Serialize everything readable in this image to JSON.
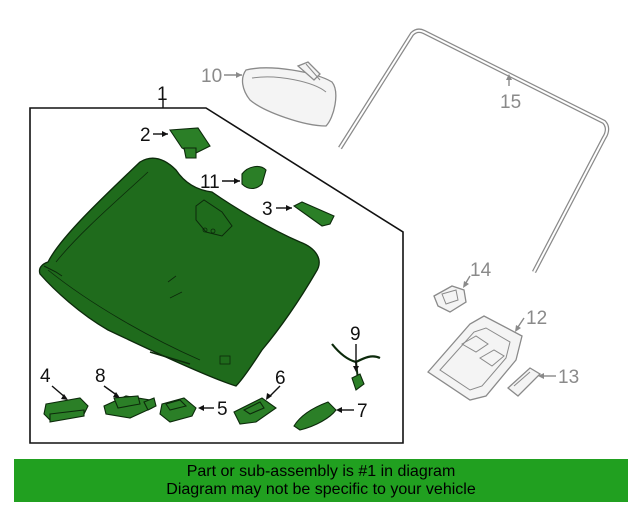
{
  "callouts": {
    "c1": "1",
    "c2": "2",
    "c3": "3",
    "c4": "4",
    "c5": "5",
    "c6": "6",
    "c7": "7",
    "c8": "8",
    "c9": "9",
    "c10": "10",
    "c11": "11",
    "c12": "12",
    "c13": "13",
    "c14": "14",
    "c15": "15"
  },
  "colors": {
    "highlight_part": "#1f6b1c",
    "footer_background": "#21a020",
    "unhighlighted_part": "#8a8a8a"
  },
  "footer": {
    "line1": "Part or sub-assembly is #1 in diagram",
    "line2": "Diagram may not be specific to your vehicle"
  }
}
